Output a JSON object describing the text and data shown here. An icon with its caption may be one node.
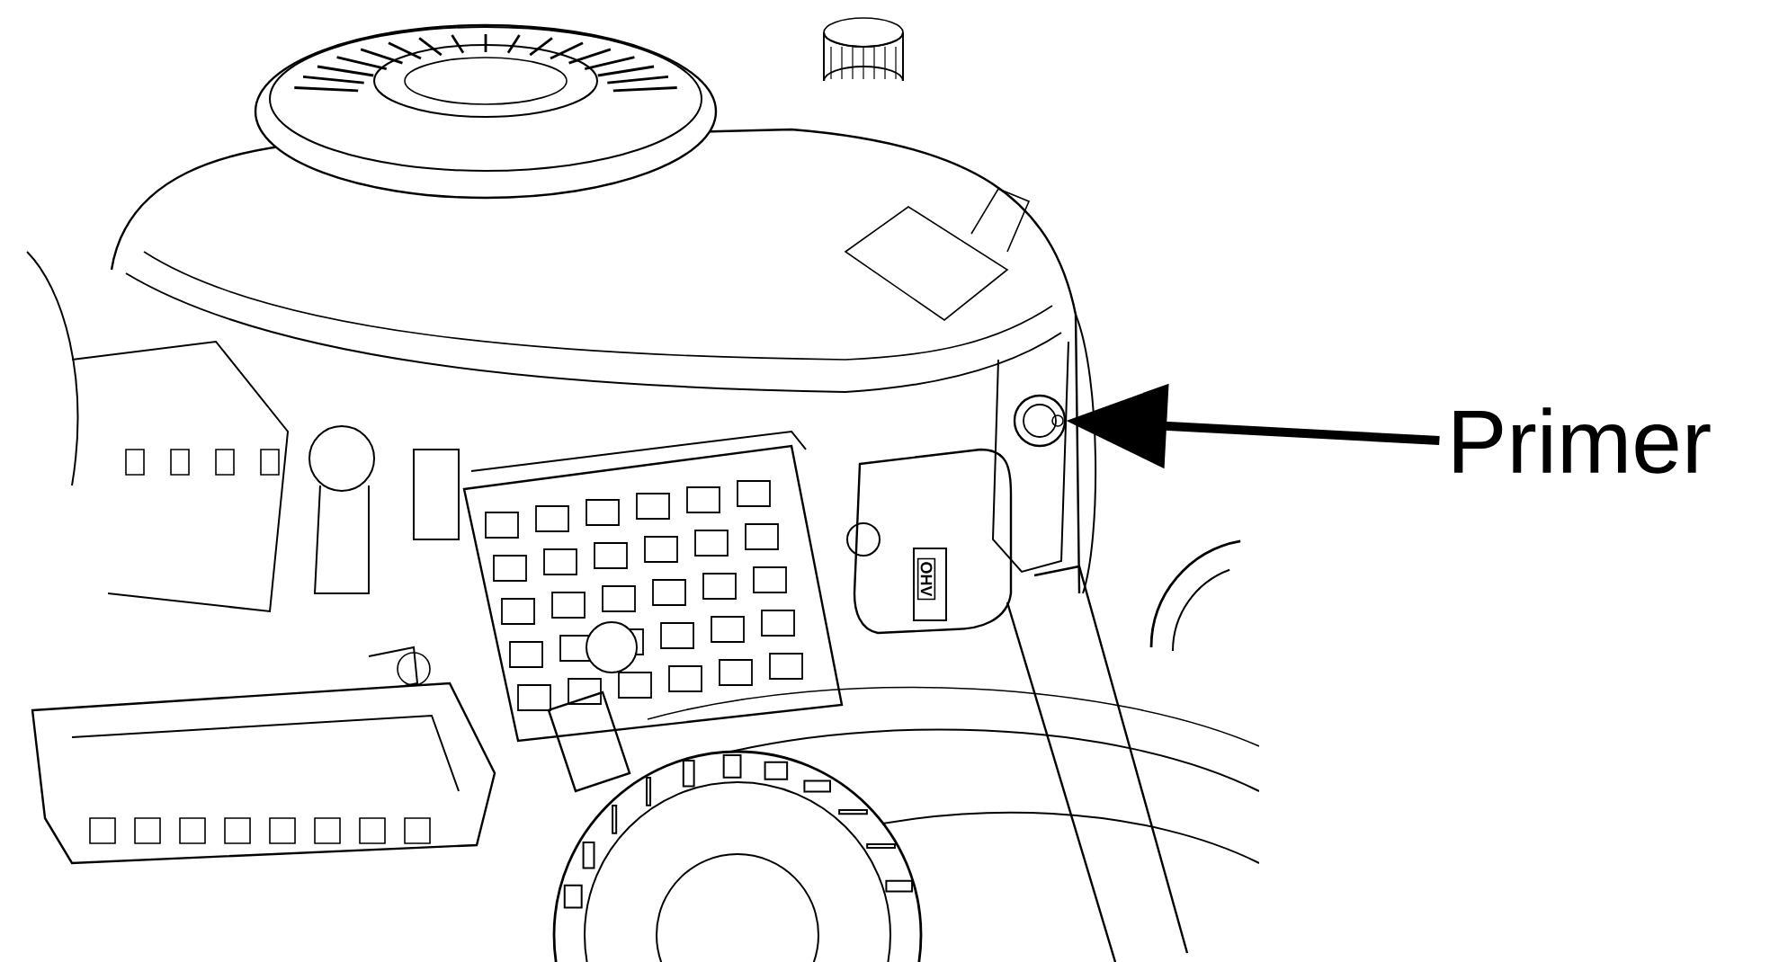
{
  "diagram": {
    "nodes": [
      {
        "text": [
          "Primer"
        ]
      },
      {
        "text": [],
        "shape": "circle"
      }
    ],
    "edges": [
      {
        "from": 0,
        "to": 1,
        "arrow": "to"
      }
    ],
    "labels": [
      "OHV"
    ]
  }
}
